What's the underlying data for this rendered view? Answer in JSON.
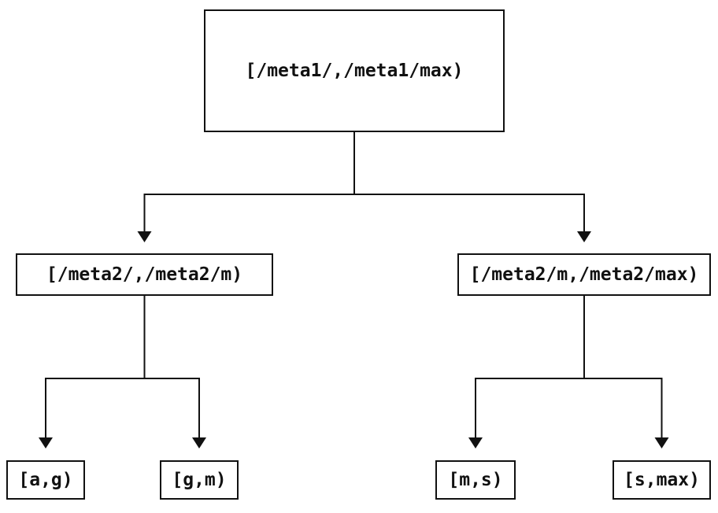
{
  "diagram": {
    "type": "binary-range-partition-tree",
    "background_color": "#ffffff",
    "line_color": "#111111",
    "text_color": "#111111",
    "nodes": {
      "root": {
        "label": "[/meta1/,/meta1/max)"
      },
      "left": {
        "label": "[/meta2/,/meta2/m)"
      },
      "right": {
        "label": "[/meta2/m,/meta2/max)"
      },
      "leaf_ag": {
        "label": "[a,g)"
      },
      "leaf_gm": {
        "label": "[g,m)"
      },
      "leaf_ms": {
        "label": "[m,s)"
      },
      "leaf_smax": {
        "label": "[s,max)"
      }
    },
    "edges": [
      {
        "from": "root",
        "to": "left"
      },
      {
        "from": "root",
        "to": "right"
      },
      {
        "from": "left",
        "to": "leaf_ag"
      },
      {
        "from": "left",
        "to": "leaf_gm"
      },
      {
        "from": "right",
        "to": "leaf_ms"
      },
      {
        "from": "right",
        "to": "leaf_smax"
      }
    ]
  }
}
